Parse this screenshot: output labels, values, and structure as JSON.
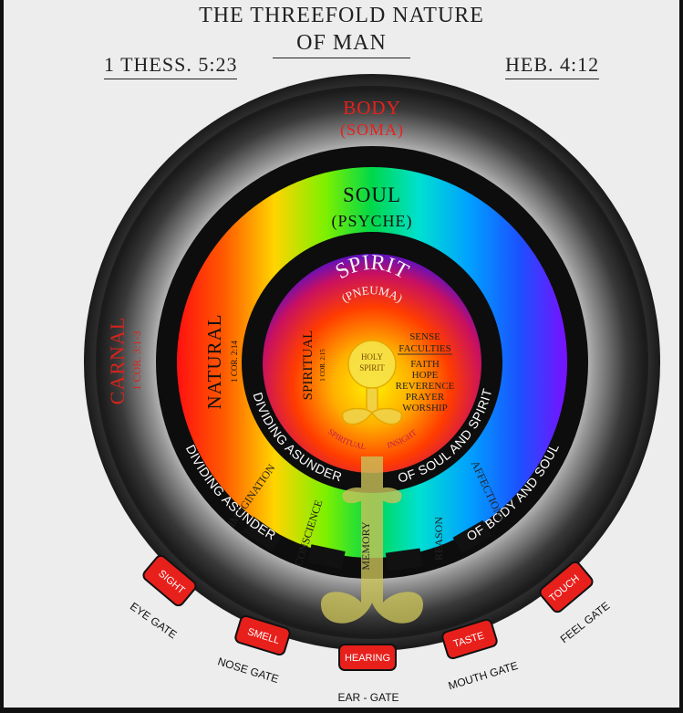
{
  "header": {
    "title_line1": "THE THREEFOLD NATURE",
    "title_line2": "OF MAN",
    "ref_left": "1 THESS. 5:23",
    "ref_right": "HEB. 4:12"
  },
  "body": {
    "label": "BODY",
    "sublabel": "(SOMA)"
  },
  "soul": {
    "label": "SOUL",
    "sublabel": "(PSYCHE)"
  },
  "spirit": {
    "label": "SPIRIT",
    "sublabel": "(PNEUMA)"
  },
  "carnal": {
    "label": "CARNAL",
    "ref": "1 COR. 3:1-3"
  },
  "natural": {
    "label": "NATURAL",
    "ref": "1 COR. 2:14"
  },
  "spiritual": {
    "label": "SPIRITUAL",
    "ref": "1 COR. 2:15",
    "bottom_left": "SPIRITUAL",
    "bottom_right": "INSIGHT"
  },
  "holy_spirit": {
    "line1": "HOLY",
    "line2": "SPIRIT"
  },
  "faculties": [
    "SENSE",
    "FACULTIES",
    "FAITH",
    "HOPE",
    "REVERENCE",
    "PRAYER",
    "WORSHIP"
  ],
  "band_inner": {
    "left": "DIVIDING ASUNDER",
    "right": "OF SOUL AND SPIRIT"
  },
  "band_outer": {
    "left": "DIVIDING ASUNDER",
    "right": "OF BODY AND SOUL"
  },
  "soul_faculties": [
    "IMAGINATION",
    "CONSCIENCE",
    "MEMORY",
    "REASON",
    "AFFECTIONS"
  ],
  "senses": [
    "SIGHT",
    "SMELL",
    "HEARING",
    "TASTE",
    "TOUCH"
  ],
  "gates": [
    "EYE GATE",
    "NOSE GATE",
    "EAR - GATE",
    "MOUTH GATE",
    "FEEL GATE"
  ],
  "colors": {
    "body_label": "#e8201c",
    "carnal": "#d8231d",
    "sense_tab": "#e8201c",
    "ring_dark": "#101010",
    "stem": "#c9c25a"
  }
}
